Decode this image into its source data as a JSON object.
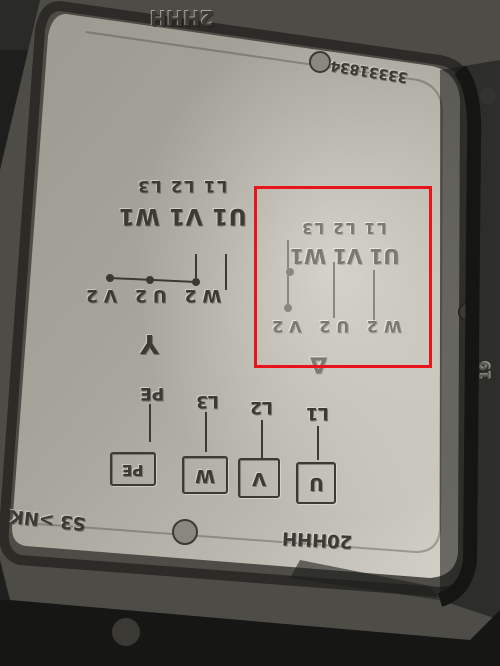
{
  "photo": {
    "subject": "embossed terminal box cover",
    "highlight_color": "#e8141c"
  },
  "markings": {
    "top_code": "33331834",
    "top_hatch": "2HHH",
    "bottom_hatch": "20HHH",
    "bottom_left": "S3 >NK",
    "terminals_upper": [
      "L1",
      "L2",
      "L3"
    ],
    "upper_uvw": [
      "U1",
      "V1",
      "W1"
    ],
    "star_row": [
      "W2",
      "U2",
      "V2"
    ],
    "star_symbol": "Y",
    "delta_upper": [
      "L1",
      "L2",
      "L3"
    ],
    "delta_uvw": [
      "U1",
      "V1",
      "W1"
    ],
    "delta_row": [
      "W2",
      "U2",
      "V2"
    ],
    "delta_symbol": "Δ",
    "lines": [
      "L1",
      "L2",
      "L3",
      "PE"
    ],
    "boxes": [
      "U",
      "V",
      "W",
      "PE"
    ],
    "corner_number": "19"
  }
}
